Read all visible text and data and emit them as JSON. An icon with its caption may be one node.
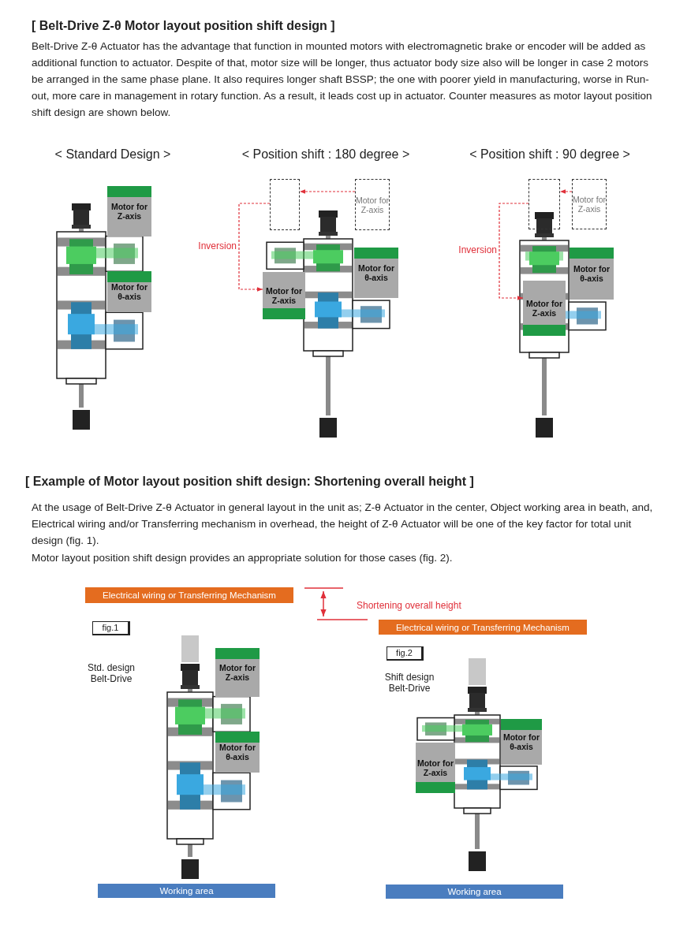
{
  "diagram": {
    "title": "[ Belt-Drive Z-θ Motor layout position shift design ]",
    "nodes": [
      {
        "text": [
          "Motor for Z-axis"
        ]
      },
      {
        "text": [
          "Motor for θ-axis"
        ]
      },
      {
        "text": [],
        "shape": "box"
      },
      {
        "text": [
          "Motor for Z-axis"
        ]
      },
      {
        "text": [
          "Motor for Z-axis"
        ]
      },
      {
        "text": [
          "Motor for θ-axis"
        ]
      },
      {
        "text": [],
        "shape": "box"
      },
      {
        "text": [
          "Motor for Z-axis"
        ]
      },
      {
        "text": [
          "Motor for θ-axis"
        ]
      },
      {
        "text": [
          "Motor for Z-axis"
        ]
      },
      {
        "text": [
          "Electrical wiring or Transferring Mechanism"
        ]
      },
      {
        "text": [
          "fig.1"
        ]
      },
      {
        "text": [
          "Electrical wiring or Transferring Mechanism"
        ]
      },
      {
        "text": [
          "fig.2"
        ]
      },
      {
        "text": [
          "Motor for Z-axis"
        ]
      },
      {
        "text": [
          "Motor for θ-axis"
        ]
      },
      {
        "text": [
          "Motor for θ-axis"
        ]
      },
      {
        "text": [
          "Motor for Z-axis"
        ]
      },
      {
        "text": [
          "Working area"
        ]
      },
      {
        "text": [
          "Working area"
        ]
      }
    ],
    "edges": [
      {
        "from": 3,
        "to": 2,
        "arrow": "to",
        "style": "dashed",
        "color": "#e0303a"
      },
      {
        "from": 2,
        "to": 4,
        "arrow": "to",
        "label": "Inversion",
        "style": "dashed",
        "color": "#e0303a"
      },
      {
        "from": 7,
        "to": 6,
        "arrow": "to",
        "style": "dashed",
        "color": "#e0303a"
      },
      {
        "from": 6,
        "to": 9,
        "arrow": "to",
        "label": "Inversion",
        "style": "dashed",
        "color": "#e0303a"
      }
    ],
    "labels": [
      "Belt-Drive Z-θ Actuator has the advantage that function in mounted motors with electromagnetic brake or encoder will be added as additional function to actuator. Despite of that, motor size will be longer, thus actuator body size also will be longer in case 2 motors be arranged in the same phase plane. It also requires longer shaft BSSP; the one with poorer yield in manufacturing, worse in Run-out, more care in management in rotary function. As a result, it leads cost up in actuator. Counter measures as motor layout position shift design are shown below.",
      "< Standard Design >",
      "< Position shift : 180 degree >",
      "< Position shift : 90 degree >",
      "[ Example of Motor layout position shift design: Shortening overall height ]",
      "At the usage of Belt-Drive Z-θ Actuator in general layout in the unit as; Z-θ Actuator in the center, Object working area in beath, and, Electrical wiring and/or Transferring mechanism in overhead, the height of Z-θ Actuator will be one of the key factor for total unit design (fig. 1).",
      "Motor layout position shift design provides an appropriate solution for those cases (fig. 2).",
      "Shortening overall height",
      "Std. design Belt-Drive",
      "Shift design Belt-Drive"
    ]
  }
}
